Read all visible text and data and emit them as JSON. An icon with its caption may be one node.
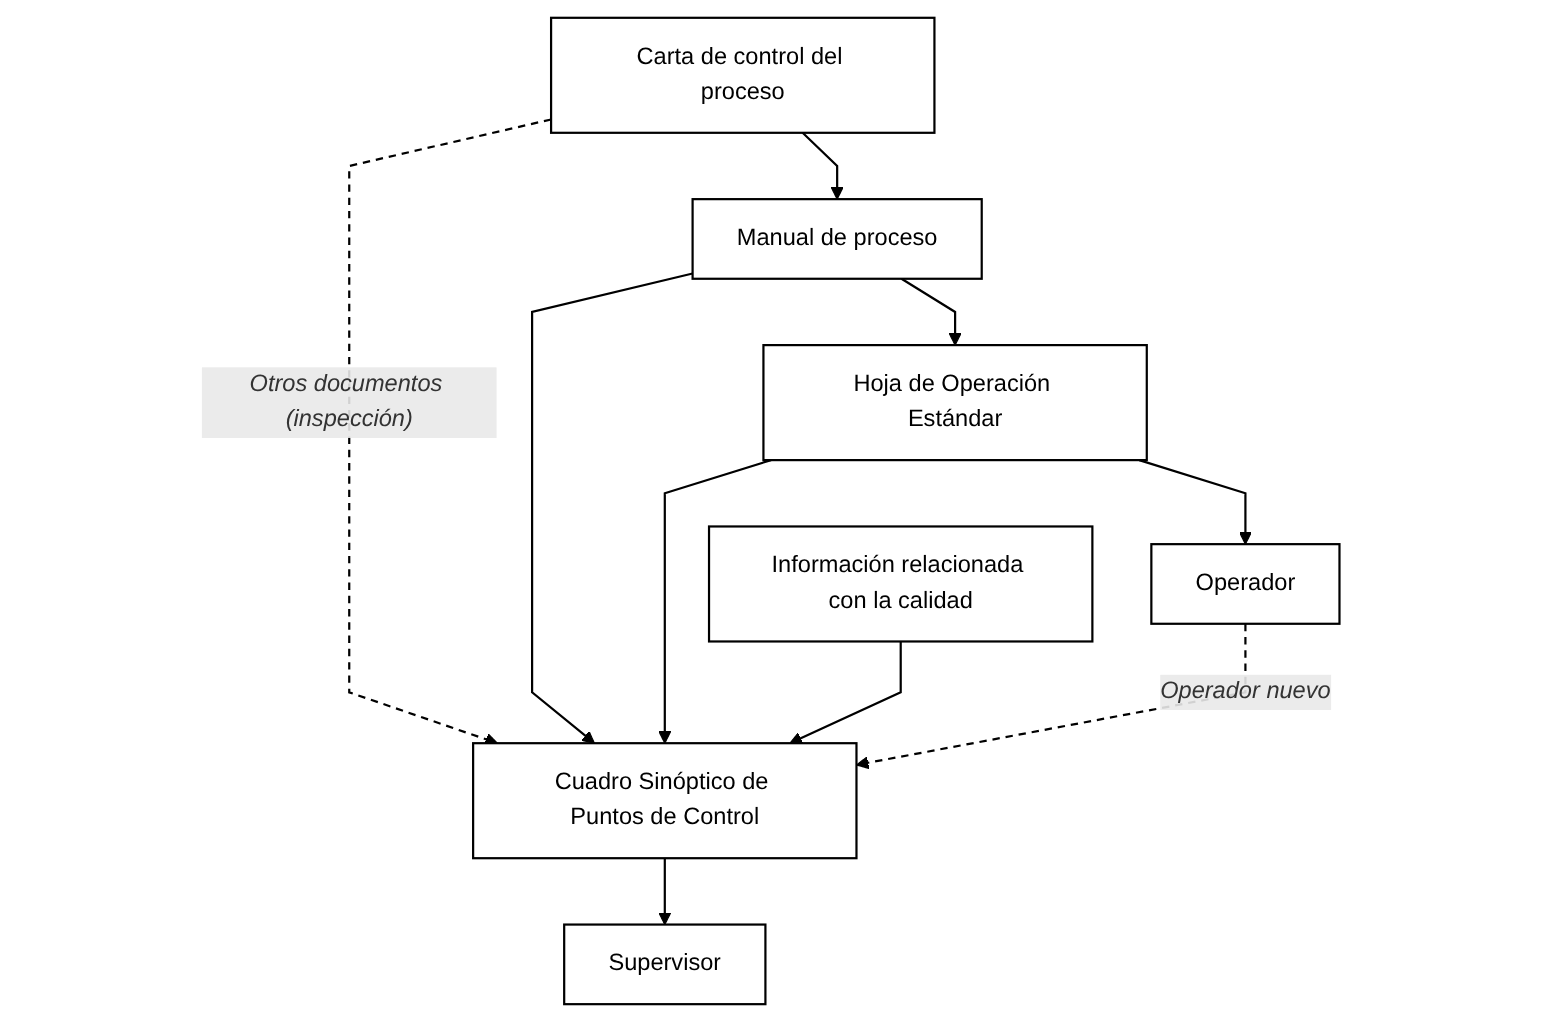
{
  "diagram": {
    "nodes": [
      {
        "text": [
          "Carta de control del proceso"
        ]
      },
      {
        "text": [
          "Manual de proceso"
        ]
      },
      {
        "text": [
          "Hoja de Operación Estándar"
        ]
      },
      {
        "text": [
          "Cuadro Sinóptico de Puntos de Control"
        ]
      },
      {
        "text": [
          "Información relacionada con la calidad"
        ]
      },
      {
        "text": [
          "Operador"
        ]
      },
      {
        "text": [
          "Supervisor"
        ]
      }
    ],
    "edges": [
      {
        "from": 0,
        "to": 1,
        "arrow": "to"
      },
      {
        "from": 0,
        "to": 3,
        "arrow": "to",
        "style": "dashed",
        "label": "Otros documentos (inspección)"
      },
      {
        "from": 1,
        "to": 2,
        "arrow": "to"
      },
      {
        "from": 1,
        "to": 3,
        "arrow": "to"
      },
      {
        "from": 2,
        "to": 5,
        "arrow": "to"
      },
      {
        "from": 2,
        "to": 3,
        "arrow": "to"
      },
      {
        "from": 4,
        "to": 3,
        "arrow": "to"
      },
      {
        "from": 5,
        "to": 3,
        "arrow": "to",
        "style": "dashed",
        "label": "Operador nuevo"
      },
      {
        "from": 3,
        "to": 6,
        "arrow": "to"
      }
    ]
  }
}
